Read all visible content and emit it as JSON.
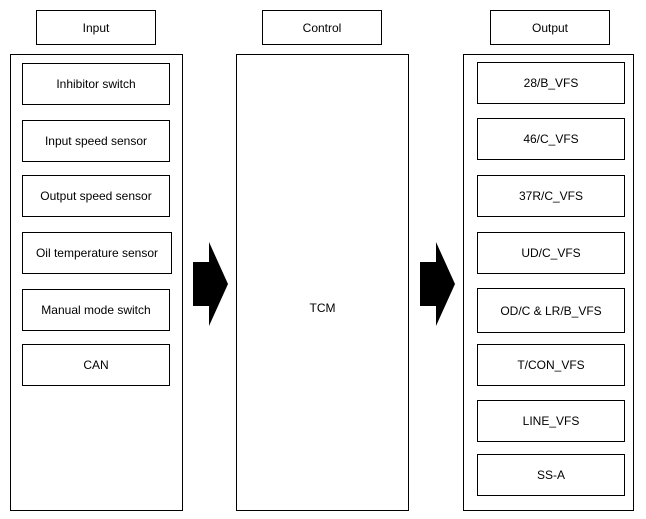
{
  "headers": {
    "input": "Input",
    "control": "Control",
    "output": "Output"
  },
  "control": {
    "label": "TCM"
  },
  "inputs": [
    "Inhibitor switch",
    "Input speed sensor",
    "Output speed sensor",
    "Oil temperature sensor",
    "Manual mode switch",
    "CAN"
  ],
  "outputs": [
    "28/B_VFS",
    "46/C_VFS",
    "37R/C_VFS",
    "UD/C_VFS",
    "OD/C & LR/B_VFS",
    "T/CON_VFS",
    "LINE_VFS",
    "SS-A"
  ],
  "colors": {
    "line": "#000000",
    "arrow": "#000000",
    "background": "#ffffff"
  }
}
